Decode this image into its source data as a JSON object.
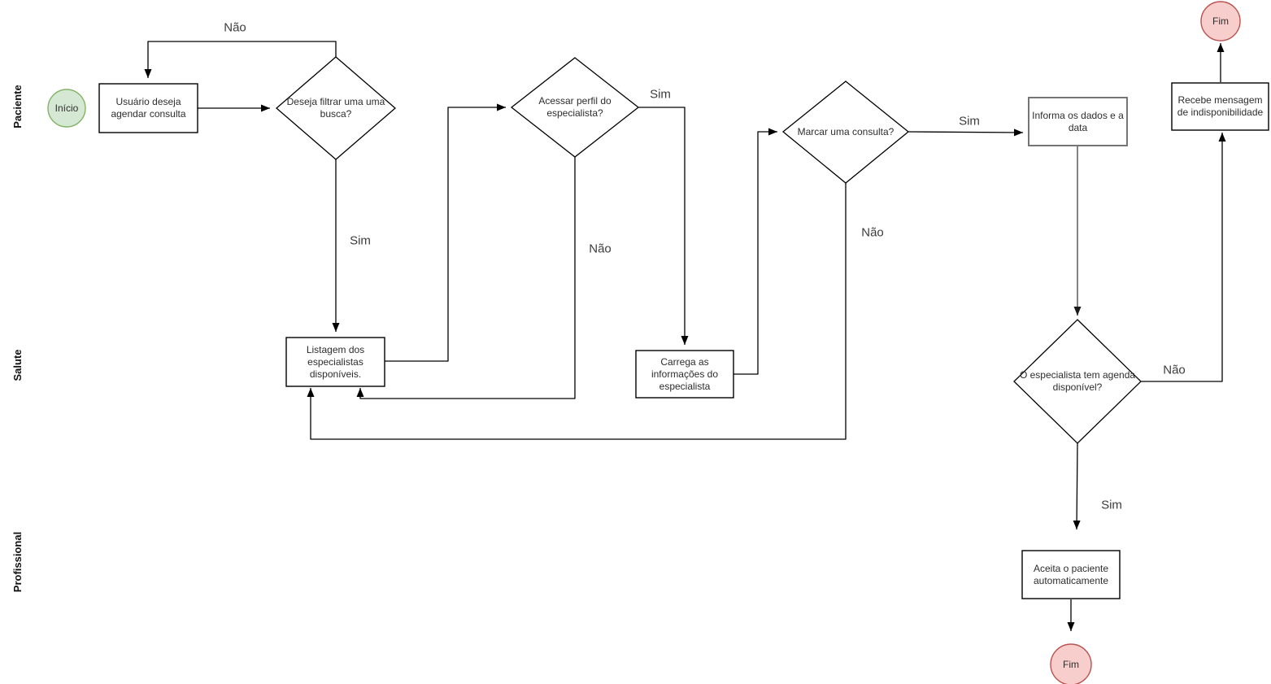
{
  "lanes": [
    {
      "label": "Paciente"
    },
    {
      "label": "Salute"
    },
    {
      "label": "Profissional"
    }
  ],
  "nodes": {
    "inicio": {
      "type": "start-event",
      "label": "Início"
    },
    "usuario": {
      "type": "process",
      "label": "Usuário deseja agendar consulta"
    },
    "filtrar": {
      "type": "decision",
      "label": "Deseja filtrar uma uma busca?"
    },
    "acessar": {
      "type": "decision",
      "label": "Acessar perfil do especialista?"
    },
    "marcar": {
      "type": "decision",
      "label": "Marcar uma consulta?"
    },
    "listagem": {
      "type": "process",
      "label": "Listagem dos especialistas disponíveis."
    },
    "carrega": {
      "type": "process",
      "label": "Carrega as informações do especialista"
    },
    "informa": {
      "type": "process",
      "label": "Informa os dados e a data"
    },
    "recebe": {
      "type": "process",
      "label": "Recebe mensagem de indisponibilidade"
    },
    "agenda": {
      "type": "decision",
      "label": "O especialista tem agenda disponível?"
    },
    "aceita": {
      "type": "process",
      "label": "Aceita o paciente automaticamente"
    },
    "fim_superior": {
      "type": "end-event",
      "label": "Fim"
    },
    "fim_inferior": {
      "type": "end-event",
      "label": "Fim"
    }
  },
  "edge_labels": {
    "filtrar_nao": "Não",
    "filtrar_sim": "Sim",
    "acessar_sim": "Sim",
    "acessar_nao": "Não",
    "marcar_sim": "Sim",
    "marcar_nao": "Não",
    "agenda_nao": "Não",
    "agenda_sim": "Sim"
  },
  "colors": {
    "start_fill": "#d5e8d4",
    "start_stroke": "#82b366",
    "end_fill": "#f8cecc",
    "end_stroke": "#b85450",
    "node_stroke": "#000000",
    "muted_stroke": "#666666",
    "edge": "#000000"
  }
}
